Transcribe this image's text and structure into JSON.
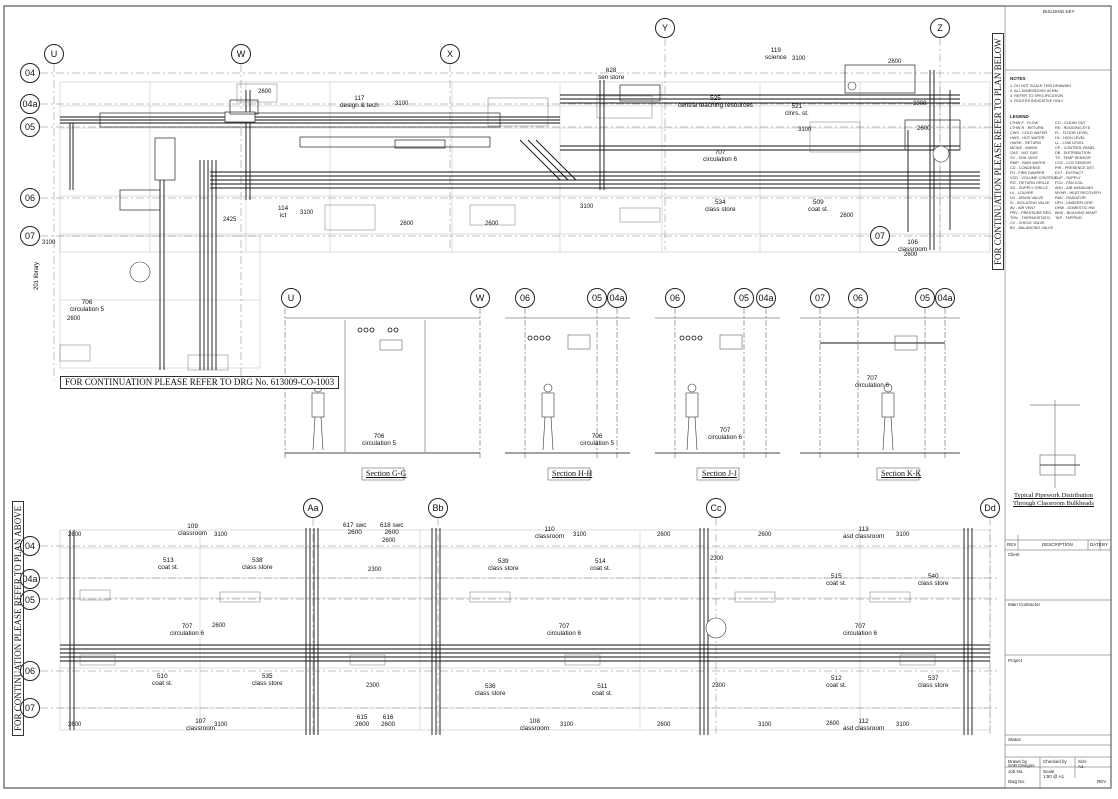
{
  "drawing": {
    "gridlines_top": [
      "U",
      "W",
      "X",
      "Y",
      "Z"
    ],
    "gridlines_bottom": [
      "Aa",
      "Bb",
      "Cc",
      "Dd"
    ],
    "rows_top": [
      "04",
      "04a",
      "05",
      "06",
      "07"
    ],
    "rows_bottom": [
      "04",
      "04a",
      "05",
      "06",
      "07"
    ],
    "continuation_top_right": "FOR CONTINUATION PLEASE REFER TO PLAN BELOW",
    "continuation_bottom_left": "FOR CONTINUATION PLEASE REFER TO PLAN ABOVE",
    "continuation_drg": "FOR CONTINUATION PLEASE REFER TO DRG No. 613009-CO-1003"
  },
  "rooms_top": [
    {
      "label": "628\nsen store"
    },
    {
      "label": "119\nscience"
    },
    {
      "label": "117\ndesign & tech"
    },
    {
      "label": "525\ncentral teaching resources"
    },
    {
      "label": "521\nclnrs. st."
    },
    {
      "label": "707\ncirculation 6"
    },
    {
      "label": "534\nclass store"
    },
    {
      "label": "509\ncoat st."
    },
    {
      "label": "114\nict"
    },
    {
      "label": "106\nclassroom"
    },
    {
      "label": "706\ncirculation 5"
    },
    {
      "label": "201 library"
    }
  ],
  "dims_top": [
    "2600",
    "3100",
    "3100",
    "2600",
    "3100",
    "2600",
    "2300",
    "2600",
    "2425",
    "3100",
    "2600",
    "3100",
    "2600",
    "3100",
    "2600",
    "2600"
  ],
  "sections": [
    {
      "title": "Section G-G",
      "grids": [
        "U",
        "W"
      ],
      "room": "706\ncirculation 5"
    },
    {
      "title": "Section H-H",
      "grids": [
        "06",
        "05",
        "04a"
      ],
      "room": "706\ncirculation 5"
    },
    {
      "title": "Section J-J",
      "grids": [
        "06",
        "05",
        "04a"
      ],
      "room": "707\ncirculation 6"
    },
    {
      "title": "Section K-K",
      "grids": [
        "07",
        "06",
        "05",
        "04a"
      ],
      "room": "707\ncirculation 6"
    }
  ],
  "typical_detail": "Typical Pipework Distribution\nThrough Classroom Bulkheads",
  "rooms_bottom": [
    {
      "label": "109\nclassroom"
    },
    {
      "label": "617 swc\n2600"
    },
    {
      "label": "618 swc\n2600"
    },
    {
      "label": "110\nclassroom"
    },
    {
      "label": "113\nasd classroom"
    },
    {
      "label": "513\ncoat st."
    },
    {
      "label": "538\nclass store"
    },
    {
      "label": "539\nclass store"
    },
    {
      "label": "514\ncoat st."
    },
    {
      "label": "515\ncoat st."
    },
    {
      "label": "540\nclass store"
    },
    {
      "label": "707\ncirculation 6"
    },
    {
      "label": "707\ncirculation 6"
    },
    {
      "label": "707\ncirculation 6"
    },
    {
      "label": "510\ncoat st."
    },
    {
      "label": "535\nclass store"
    },
    {
      "label": "536\nclass store"
    },
    {
      "label": "511\ncoat st."
    },
    {
      "label": "512\ncoat st."
    },
    {
      "label": "537\nclass store"
    },
    {
      "label": "107\nclassroom"
    },
    {
      "label": "615\n2600"
    },
    {
      "label": "616\n2600"
    },
    {
      "label": "108\nclassroom"
    },
    {
      "label": "112\nasd classroom"
    }
  ],
  "dims_bottom": [
    "2600",
    "3100",
    "2600",
    "3100",
    "2600",
    "3100",
    "2600",
    "2600",
    "2300",
    "2300",
    "2300",
    "2300",
    "2600",
    "2600",
    "3100",
    "3100",
    "3100",
    "3100",
    "2600"
  ],
  "title_block": {
    "header": "BUILDING KEY",
    "notes_title": "NOTES",
    "legend_title": "LEGEND",
    "rev_headers": [
      "REV",
      "DESCRIPTION",
      "DATE",
      "BY"
    ],
    "client": "Client",
    "main_contractor": "Main Contractor",
    "project": "Project",
    "status": "Status",
    "drawn_by_label": "Drawn by",
    "drawn_by": "SAB Designs",
    "checked_by": "Checked by",
    "size_label": "Size",
    "size": "A1",
    "job_no": "Job No.",
    "scale_label": "Scale",
    "scale": "1:50 @ A1",
    "dwg_no": "Dwg No.",
    "rev": "REV"
  }
}
